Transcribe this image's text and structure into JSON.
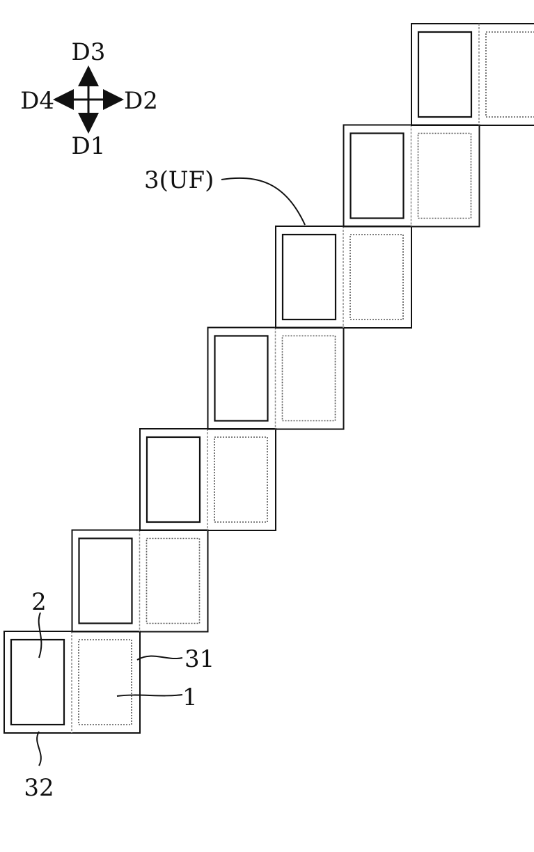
{
  "directions": {
    "up": "D3",
    "right": "D2",
    "down": "D1",
    "left": "D4"
  },
  "labels": {
    "unit_filter": "3(UF)",
    "first_region": "1",
    "second_region": "2",
    "first_boundary": "31",
    "second_boundary": "32"
  },
  "units": [
    {
      "index": 1
    },
    {
      "index": 2
    },
    {
      "index": 3
    },
    {
      "index": 4
    },
    {
      "index": 5
    },
    {
      "index": 6
    },
    {
      "index": 7
    }
  ],
  "colors": {
    "line": "#111111",
    "light_line": "#8a8a8a",
    "dotted_line": "#555555",
    "background": "#ffffff"
  }
}
